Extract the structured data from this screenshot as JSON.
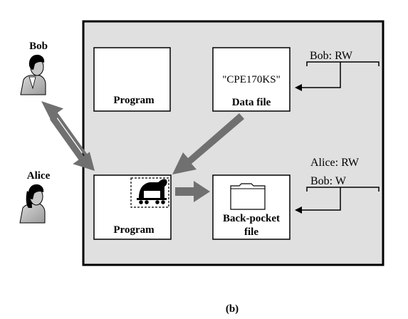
{
  "people": {
    "bob": {
      "name": "Bob",
      "icon": "person-icon"
    },
    "alice": {
      "name": "Alice",
      "icon": "person-icon"
    }
  },
  "boxes": {
    "top_program": {
      "label": "Program"
    },
    "data_file": {
      "content": "\"CPE170KS\"",
      "label": "Data file"
    },
    "bottom_program": {
      "label": "Program",
      "icon": "trojan-horse-icon"
    },
    "back_pocket": {
      "label_line1": "Back-pocket",
      "label_line2": "file",
      "icon": "folder-icon"
    }
  },
  "acl_data_file": {
    "line1": "Bob: RW"
  },
  "acl_back_pocket": {
    "line1": "Alice: RW",
    "line2": "Bob: W"
  },
  "caption": "(b)",
  "colors": {
    "system_bg": "#e0e0e0",
    "arrow_gray": "#707070",
    "stroke": "#000000"
  }
}
